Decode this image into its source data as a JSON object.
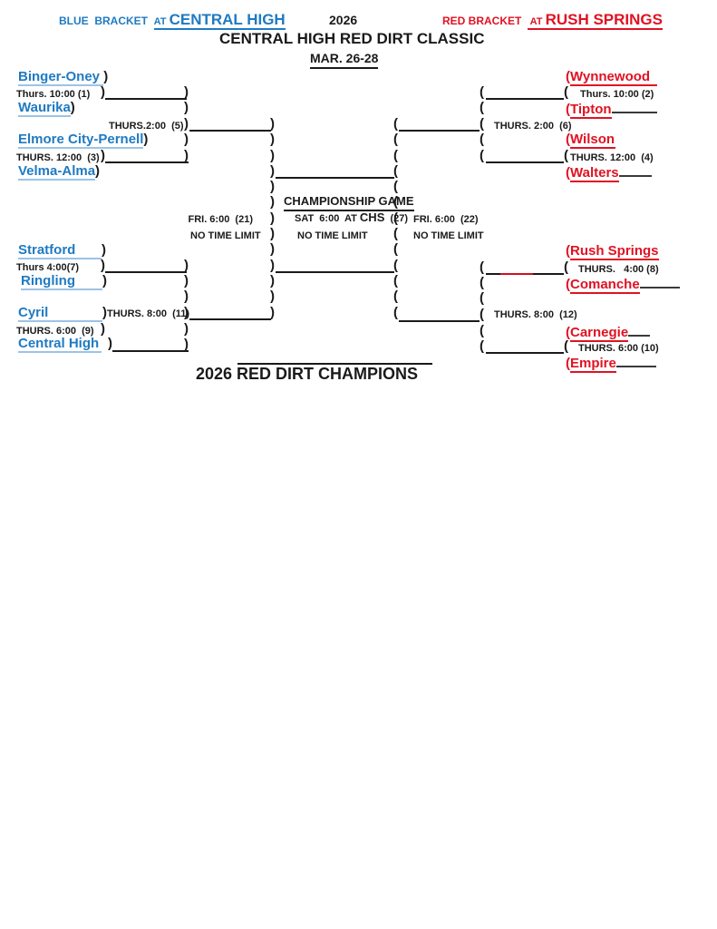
{
  "event": {
    "year": "2026",
    "title": "CENTRAL HIGH RED DIRT CLASSIC",
    "dates": "MAR. 26-28",
    "champions_label": "2026 RED DIRT CHAMPIONS"
  },
  "blue_bracket": {
    "label": "BLUE  BRACKET",
    "at": "AT ",
    "site": "CENTRAL HIGH",
    "teams": [
      "Binger-Oney ",
      "Waurika",
      "Elmore City-Pernell",
      "Velma-Alma",
      "Stratford",
      "Ringling",
      "Cyril",
      "Central High"
    ],
    "games": {
      "g1": "Thurs. 10:00 (1)",
      "g3": "THURS. 12:00  (3)",
      "g5": "THURS.2:00  (5)",
      "g7": "Thurs 4:00(7)",
      "g9": "THURS. 6:00  (9)",
      "g11": "THURS. 8:00  (11)"
    }
  },
  "red_bracket": {
    "label": "RED BRACKET",
    "at": " AT ",
    "site": "RUSH SPRINGS",
    "teams": [
      "Wynnewood",
      "Tipton",
      "Wilson",
      "Walters",
      "Rush Springs",
      "Comanche",
      "Carnegie",
      "Empire"
    ],
    "games": {
      "g2": "Thurs. 10:00 (2)",
      "g4": "THURS. 12:00  (4)",
      "g6": "THURS. 2:00  (6)",
      "g8": "THURS.   4:00 (8)",
      "g10": "THURS. 6:00 (10)",
      "g12": "THURS. 8:00  (12)"
    }
  },
  "finals": {
    "heading": "CHAMPIONSHIP GAME",
    "semi_left": "FRI. 6:00  (21)",
    "semi_right": "FRI. 6:00  (22)",
    "no_time_limit": "NO TIME LIMIT",
    "final_time": "SAT  6:00  AT ",
    "final_site": "CHS",
    "final_game": "  (27)"
  },
  "glyphs": {
    "close_paren": ")",
    "open_paren": "("
  },
  "colors": {
    "blue_team": "#1f7ac2",
    "blue_underline": "#9cc3e5",
    "red_team": "#e01222",
    "red_line_segment": "#cf1020",
    "text_black": "#1a1a1a"
  }
}
